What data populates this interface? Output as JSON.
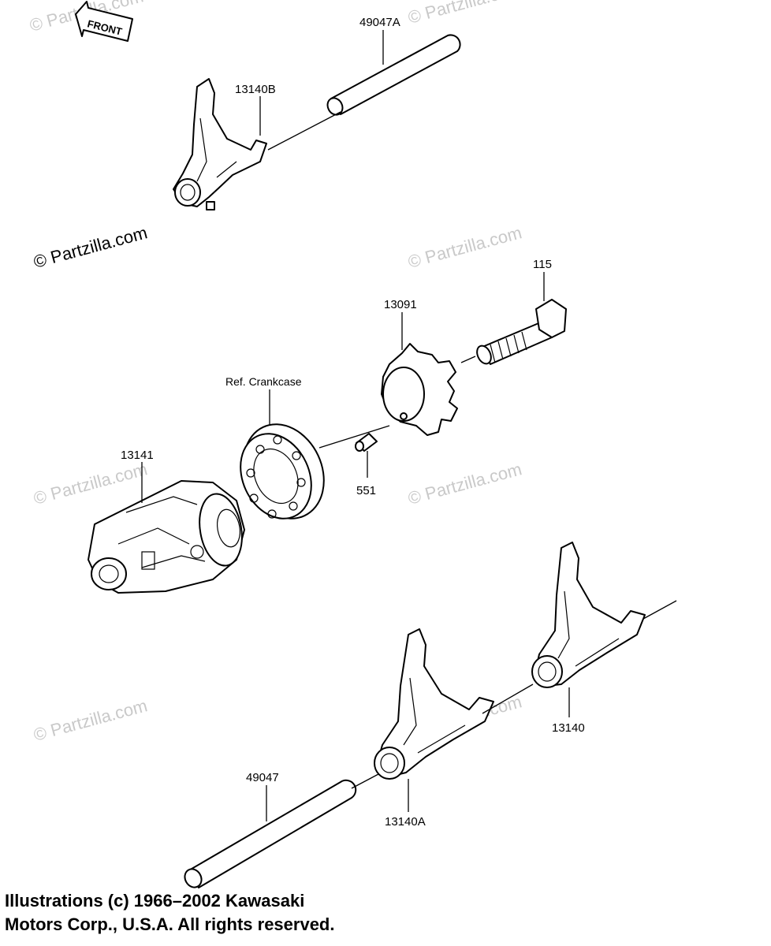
{
  "front_label": "FRONT",
  "parts": {
    "p49047A": "49047A",
    "p13140B": "13140B",
    "p115": "115",
    "p13091": "13091",
    "ref_crankcase": "Ref. Crankcase",
    "p13141": "13141",
    "p551": "551",
    "p49047": "49047",
    "p13140A": "13140A",
    "p13140": "13140"
  },
  "watermark": "© Partzilla.com",
  "copyright": {
    "line1": "Illustrations (c) 1966–2002 Kawasaki",
    "line2": "Motors Corp., U.S.A.  All rights reserved."
  }
}
